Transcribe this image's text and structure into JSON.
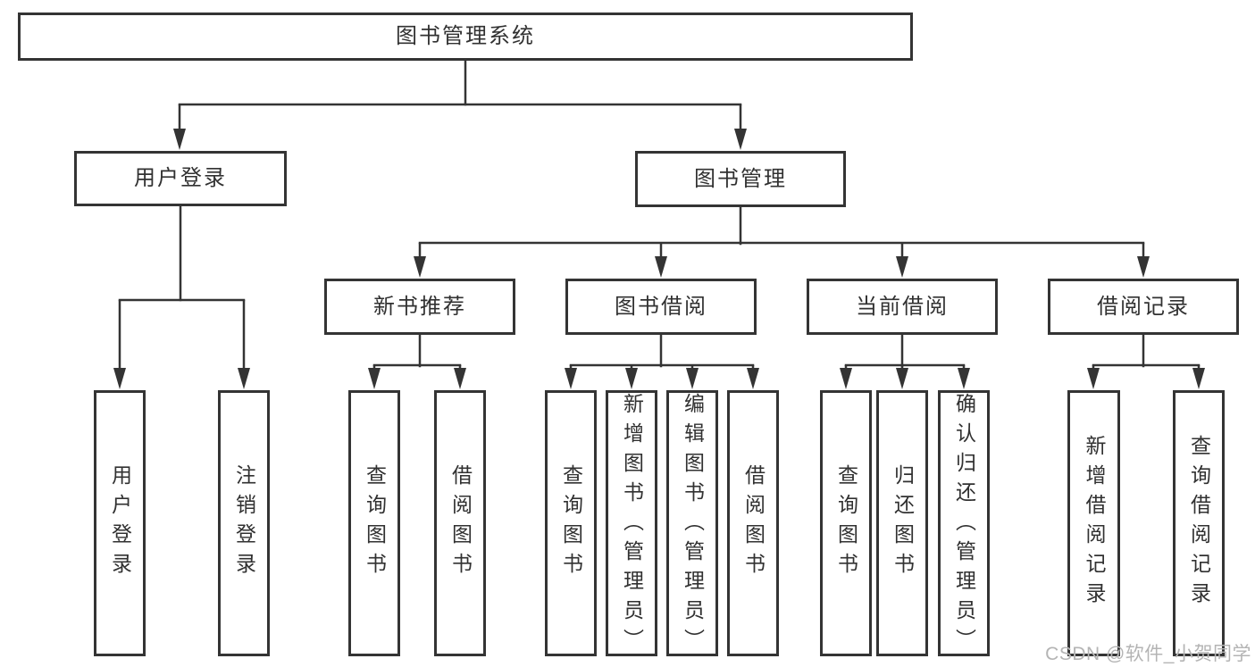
{
  "watermark": "CSDN @软件_小贺同学",
  "colors": {
    "line": "#343434",
    "text": "#313131",
    "box_background": "#ffffff",
    "watermark": "#b4b4b4"
  },
  "tree": {
    "root": "图书管理系统",
    "branches": [
      {
        "label": "用户登录",
        "children": [
          "用户登录",
          "注销登录"
        ]
      },
      {
        "label": "图书管理",
        "groups": [
          {
            "label": "新书推荐",
            "children": [
              "查询图书",
              "借阅图书"
            ]
          },
          {
            "label": "图书借阅",
            "children": [
              "查询图书",
              "新增图书（管理员）",
              "编辑图书（管理员）",
              "借阅图书"
            ]
          },
          {
            "label": "当前借阅",
            "children": [
              "查询图书",
              "归还图书",
              "确认归还（管理员）"
            ]
          },
          {
            "label": "借阅记录",
            "children": [
              "新增借阅记录",
              "查询借阅记录"
            ]
          }
        ]
      }
    ]
  }
}
